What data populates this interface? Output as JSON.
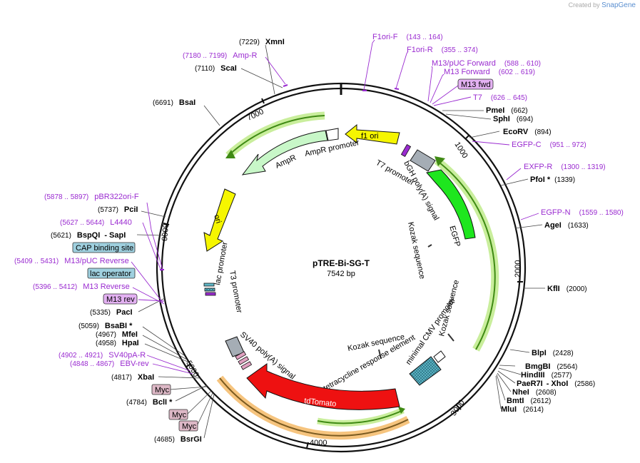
{
  "watermark": {
    "created_by": "Created by",
    "brand": "SnapGene"
  },
  "plasmid": {
    "name": "pTRE-Bi-SG-T",
    "size": "7542 bp"
  },
  "ticks": [
    "1000",
    "2000",
    "3000",
    "4000",
    "5000",
    "6000",
    "7000"
  ],
  "colors": {
    "backbone": "#111111",
    "egfp": "#1ee61e",
    "tdtomato": "#ee1111",
    "ampr": "#c8f7c8",
    "ori": "#f6f600",
    "f1ori": "#f6f600",
    "polyA": "#a5adb5",
    "promoter": "#ffffff",
    "tre": "#5fb7c7",
    "primer": "#9a2bd0",
    "cds_outline": "#79b830",
    "cds_dark": "#3f8a14",
    "orange": "#f6b15a"
  },
  "sites_right": [
    {
      "name": "PmeI",
      "pos": "(662)"
    },
    {
      "name": "SphI",
      "pos": "(694)"
    },
    {
      "name": "EcoRV",
      "pos": "(894)"
    },
    {
      "name": "PfoI *",
      "pos": "(1339)"
    },
    {
      "name": "AgeI",
      "pos": "(1633)"
    },
    {
      "name": "KflI",
      "pos": "(2000)"
    },
    {
      "name": "BlpI",
      "pos": "(2428)"
    },
    {
      "name": "BmgBI",
      "pos": "(2564)"
    },
    {
      "name": "HindIII",
      "pos": "(2577)"
    },
    {
      "name": "PaeR7I",
      "pos": "- XhoI",
      "pos2": "(2586)"
    },
    {
      "name": "NheI",
      "pos": "(2608)"
    },
    {
      "name": "BmtI",
      "pos": "(2612)"
    },
    {
      "name": "MluI",
      "pos": "(2614)"
    }
  ],
  "sites_left": [
    {
      "name": "XmnI",
      "pos": "(7229)"
    },
    {
      "name": "ScaI",
      "pos": "(7110)"
    },
    {
      "name": "BsaI",
      "pos": "(6691)"
    },
    {
      "name": "PciI",
      "pos": "(5737)"
    },
    {
      "name": "BspQI",
      "pos": "(5621)",
      "extra": "- SapI"
    },
    {
      "name": "PacI",
      "pos": "(5335)"
    },
    {
      "name": "BsaBI *",
      "pos": "(5059)"
    },
    {
      "name": "MfeI",
      "pos": "(4967)"
    },
    {
      "name": "HpaI",
      "pos": "(4958)"
    },
    {
      "name": "XbaI",
      "pos": "(4817)"
    },
    {
      "name": "BclI *",
      "pos": "(4784)"
    },
    {
      "name": "BsrGI",
      "pos": "(4685)"
    }
  ],
  "primers_right": [
    {
      "name": "F1ori-F",
      "pos": "(143 .. 164)"
    },
    {
      "name": "F1ori-R",
      "pos": "(355 .. 374)"
    },
    {
      "name": "M13/pUC Forward",
      "pos": "(588 .. 610)"
    },
    {
      "name": "M13 Forward",
      "pos": "(602 .. 619)"
    },
    {
      "name": "T7",
      "pos": "(626 .. 645)"
    },
    {
      "name": "EGFP-C",
      "pos": "(951 .. 972)"
    },
    {
      "name": "EXFP-R",
      "pos": "(1300 .. 1319)"
    },
    {
      "name": "EGFP-N",
      "pos": "(1559 .. 1580)"
    }
  ],
  "primers_left": [
    {
      "name": "Amp-R",
      "pos": "(7180 .. 7199)"
    },
    {
      "name": "pBR322ori-F",
      "pos": "(5878 .. 5897)"
    },
    {
      "name": "L4440",
      "pos": "(5627 .. 5644)"
    },
    {
      "name": "M13/pUC Reverse",
      "pos": "(5409 .. 5431)"
    },
    {
      "name": "M13 Reverse",
      "pos": "(5396 .. 5412)"
    },
    {
      "name": "SV40pA-R",
      "pos": "(4902 .. 4921)"
    },
    {
      "name": "EBV-rev",
      "pos": "(4848 .. 4867)"
    }
  ],
  "boxes": {
    "m13_fwd": "M13 fwd",
    "cap": "CAP binding site",
    "lac_op": "lac operator",
    "m13_rev": "M13 rev",
    "myc1": "Myc",
    "myc2": "Myc",
    "myc3": "Myc"
  },
  "features": {
    "f1ori": "f1 ori",
    "ampr": "AmpR",
    "ampr_promoter": "AmpR promoter",
    "ori": "ori",
    "lac_promoter": "lac promoter",
    "t3_promoter": "T3 promoter",
    "t7_promoter": "T7 promoter",
    "bgh": "bGH poly(A) signal",
    "egfp": "EGFP",
    "kozak1": "Kozak sequence",
    "kozak2": "Kozak sequence",
    "kozak3": "Kozak sequence",
    "min_cmv": "minimal CMV promoter",
    "tre": "tetracycline response element",
    "tdtomato": "tdTomato",
    "sv40": "SV40 poly(A) signal"
  }
}
